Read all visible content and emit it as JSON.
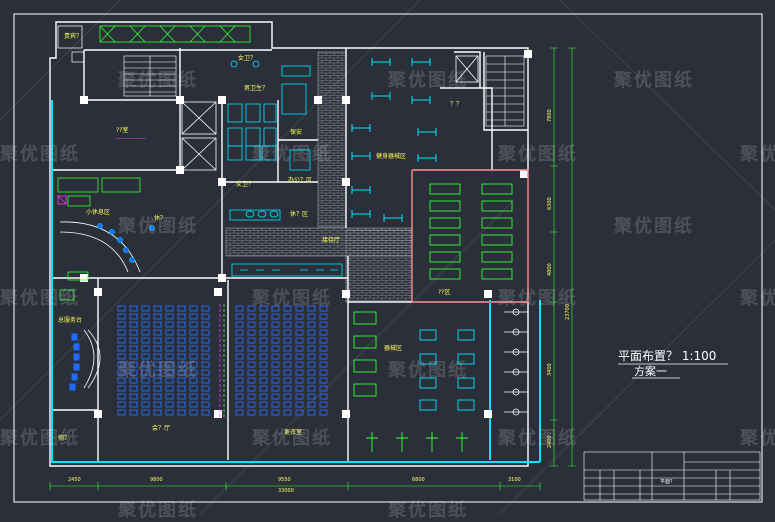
{
  "title_block": {
    "title": "平面布置？ 1:100",
    "scheme": "方案一",
    "sheet_title": "平面？"
  },
  "rooms": {
    "vip": "贵宾？",
    "unknown_room": "??室",
    "female_wc_top": "女卫？",
    "male_wc": "男卫生？",
    "staff": "保安",
    "female_wc": "女卫？",
    "rest_area": "小休息区",
    "rest_small": "休？",
    "office": "办公？区",
    "music": "休？区",
    "cardio": "器械区",
    "weights": "健身器械区",
    "gym": "??区",
    "hall": "会？厅",
    "dressing": "更衣室",
    "side_room": "侧？",
    "reception": "接待厅",
    "entrance": "总服务台",
    "question": "？？"
  },
  "dims_bottom": [
    "2450",
    "9800",
    "9550",
    "6800",
    "3100",
    "33000"
  ],
  "dims_right": [
    "7800",
    "6300",
    "4800",
    "3400",
    "2400",
    "23700"
  ],
  "watermark": "聚优图纸",
  "colors": {
    "background": "#2a2f3a",
    "wall": "#ffffff",
    "furniture": "#00e5ff",
    "green": "#33ff33",
    "brick": "#9aa0a6",
    "magenta": "#ff33ff",
    "red": "#ff3333",
    "yellow": "#ffff00"
  }
}
